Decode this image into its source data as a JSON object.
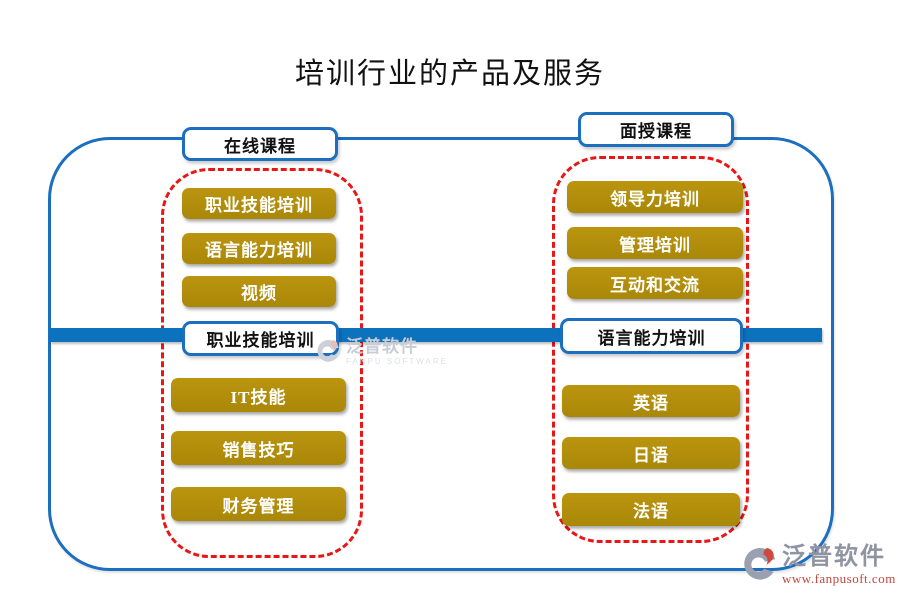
{
  "title": "培训行业的产品及服务",
  "colors": {
    "accent_blue": "#1c6fbf",
    "bar_blue": "#0d72be",
    "gold": "#b08c0b",
    "dashed_red": "#ea1616",
    "title_text": "#111111",
    "button_text": "#ffffff"
  },
  "groups": {
    "online": {
      "header": "在线课程",
      "top_items": [
        "职业技能培训",
        "语言能力培训",
        "视频"
      ],
      "mid_header": "职业技能培训",
      "bottom_items": [
        "IT技能",
        "销售技巧",
        "财务管理"
      ]
    },
    "face_to_face": {
      "header": "面授课程",
      "top_items": [
        "领导力培训",
        "管理培训",
        "互动和交流"
      ],
      "mid_header": "语言能力培训",
      "bottom_items": [
        "英语",
        "日语",
        "法语"
      ]
    }
  },
  "watermark_center": {
    "name": "泛普软件",
    "subtitle": "FANPU SOFTWARE"
  },
  "watermark_corner": {
    "name": "泛普软件",
    "url": "www.fanpusoft.com"
  }
}
